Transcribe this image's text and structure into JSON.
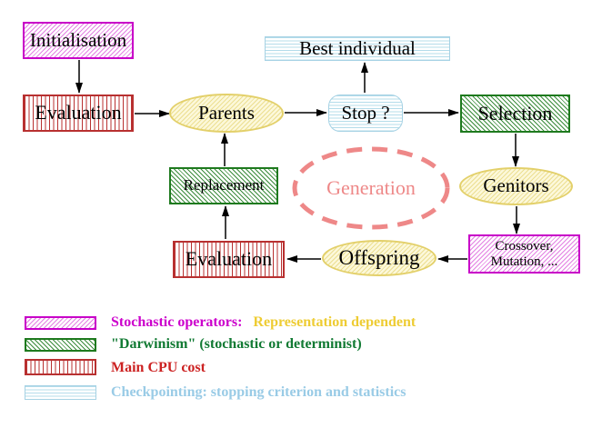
{
  "diagram": {
    "nodes": {
      "initialisation": "Initialisation",
      "evaluation_top": "Evaluation",
      "parents": "Parents",
      "best_individual": "Best individual",
      "stop": "Stop ?",
      "selection": "Selection",
      "generation": "Generation",
      "replacement": "Replacement",
      "genitors": "Genitors",
      "crossover_line1": "Crossover,",
      "crossover_line2": "Mutation, ...",
      "evaluation_bottom": "Evaluation",
      "offspring": "Offspring"
    },
    "edges": [
      {
        "from": "initialisation",
        "to": "evaluation_top"
      },
      {
        "from": "evaluation_top",
        "to": "parents"
      },
      {
        "from": "parents",
        "to": "stop"
      },
      {
        "from": "stop",
        "to": "best_individual"
      },
      {
        "from": "stop",
        "to": "selection"
      },
      {
        "from": "selection",
        "to": "genitors"
      },
      {
        "from": "genitors",
        "to": "crossover"
      },
      {
        "from": "crossover",
        "to": "offspring"
      },
      {
        "from": "offspring",
        "to": "evaluation_bottom"
      },
      {
        "from": "evaluation_bottom",
        "to": "replacement"
      },
      {
        "from": "replacement",
        "to": "parents"
      }
    ]
  },
  "legend": {
    "rows": [
      {
        "swatch": "magenta-diagonal-hatch",
        "segments": [
          {
            "text": "Stochastic operators:",
            "color": "#cc00cc"
          },
          {
            "text": "Representation dependent",
            "color": "#eecc33"
          }
        ]
      },
      {
        "swatch": "green-diagonal-hatch",
        "segments": [
          {
            "text": "\"Darwinism\" (stochastic or determinist)",
            "color": "#117a33"
          }
        ]
      },
      {
        "swatch": "red-vertical-stripes",
        "segments": [
          {
            "text": "Main CPU cost",
            "color": "#cc2222"
          }
        ]
      },
      {
        "swatch": "cyan-horizontal-stripes",
        "segments": [
          {
            "text": "Checkpointing: stopping criterion and statistics",
            "color": "#99cbe6"
          }
        ]
      }
    ]
  },
  "colors": {
    "magenta_border": "#c800c8",
    "red_border": "#b83030",
    "green_border": "#1e7a1e",
    "cyan_border": "#a6d2e4",
    "yellow_border": "#e3d06a",
    "yellow_fill": "#fcf8da",
    "salmon_dashed": "#ee8888",
    "arrow": "#000000",
    "node_text": "#000000"
  }
}
